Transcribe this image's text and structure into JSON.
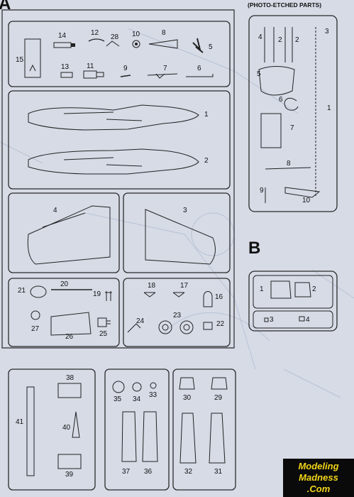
{
  "header": {
    "photo_etched_title": "(PHOTO-ETCHED PARTS)"
  },
  "sections": {
    "a_fragment": "A",
    "b_letter": "B"
  },
  "panels": {
    "small_parts": [
      "15",
      "14",
      "13",
      "12",
      "28",
      "11",
      "10",
      "9",
      "8",
      "7",
      "6",
      "5"
    ],
    "fuselage": [
      "1",
      "2"
    ],
    "wings": [
      "4",
      "3"
    ],
    "misc_left": [
      "21",
      "20",
      "19",
      "27",
      "26",
      "25"
    ],
    "misc_right": [
      "18",
      "17",
      "16",
      "24",
      "23",
      "22"
    ],
    "photo_etched": [
      "4",
      "2",
      "2",
      "3",
      "5",
      "6",
      "1",
      "7",
      "8",
      "9",
      "10"
    ],
    "canopy": [
      "1",
      "2",
      "3",
      "4"
    ],
    "bottom_left": [
      "41",
      "38",
      "40",
      "39"
    ],
    "bottom_mid": [
      "35",
      "34",
      "33",
      "37",
      "36"
    ],
    "bottom_right": [
      "30",
      "29",
      "32",
      "31"
    ]
  },
  "logo": {
    "line1": "Modeling",
    "line2": "Madness",
    "line3": ".Com"
  }
}
